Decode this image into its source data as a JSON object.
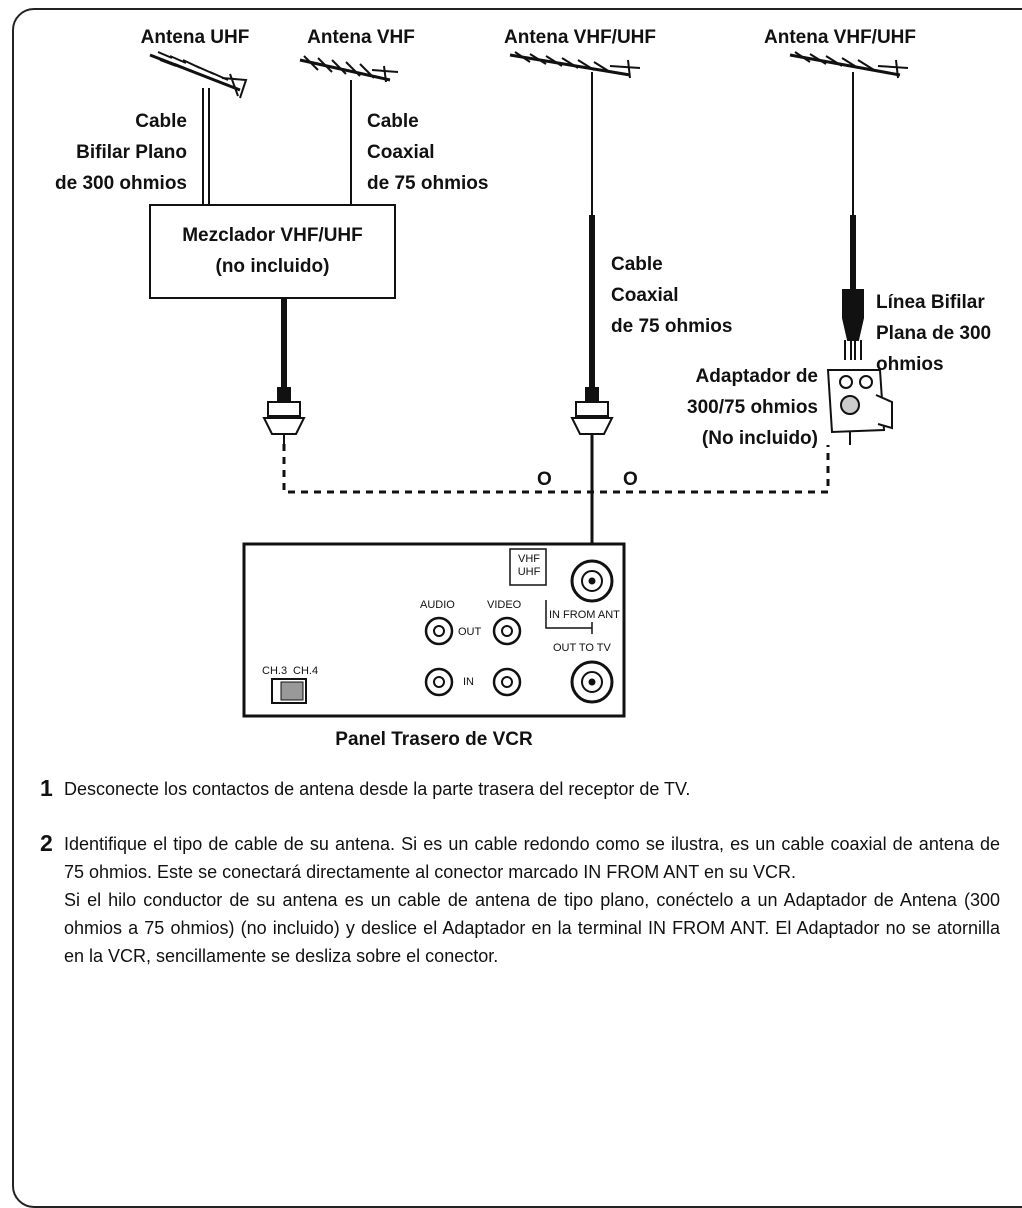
{
  "antennas": {
    "uhf": "Antena UHF",
    "vhf": "Antena VHF",
    "vhf_uhf_1": "Antena VHF/UHF",
    "vhf_uhf_2": "Antena VHF/UHF"
  },
  "cables": {
    "flat_300": "Cable\nBifilar Plano\nde 300 ohmios",
    "coax_75_left": "Cable\nCoaxial\nde 75 ohmios",
    "coax_75_center": "Cable\nCoaxial\nde 75 ohmios",
    "twin_lead_300": "Línea Bifilar\nPlana de 300\nohmios"
  },
  "mixer": "Mezclador VHF/UHF\n(no incluido)",
  "adapter": "Adaptador de\n300/75 ohmios\n(No incluido)",
  "or_1": "O",
  "or_2": "O",
  "vcr_panel": {
    "caption": "Panel Trasero de VCR",
    "audio": "AUDIO",
    "video": "VIDEO",
    "out": "OUT",
    "in": "IN",
    "vhf_uhf_box": "VHF\nUHF",
    "in_from_ant": "IN FROM ANT",
    "out_to_tv": "OUT TO TV",
    "ch3": "CH.3",
    "ch4": "CH.4"
  },
  "steps": [
    {
      "num": "1",
      "text": "Desconecte los contactos de antena desde la parte trasera del receptor de TV."
    },
    {
      "num": "2",
      "text": "Identifique el tipo de cable de su antena. Si es un cable redondo como se ilustra, es un cable coaxial de antena de 75 ohmios. Este se conectará directamente al conector marcado IN FROM ANT en su VCR.",
      "text2": "Si el hilo conductor de su  antena es un cable de antena de tipo plano, conéctelo a un Adaptador de Antena (300 ohmios a 75 ohmios) (no incluido) y deslice el Adaptador en la terminal IN FROM ANT. El Adaptador no se atornilla en la VCR, sencillamente se desliza sobre el conector."
    }
  ]
}
